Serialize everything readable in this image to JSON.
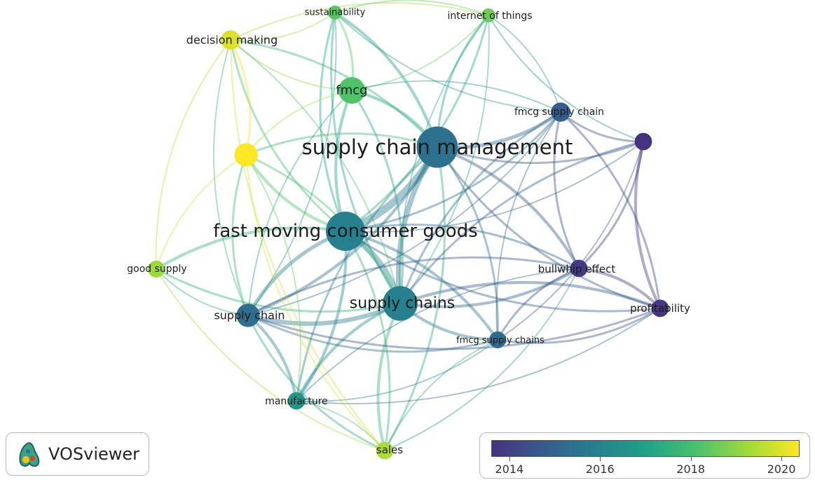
{
  "brand": {
    "name": "VOSviewer",
    "logo_icon": "vosviewer-logo-icon"
  },
  "legend": {
    "min_year": 2013.6,
    "max_year": 2020.4,
    "colors": [
      "#46337f",
      "#365c8d",
      "#277f8e",
      "#1fa187",
      "#4ac16d",
      "#a0da39",
      "#fde725"
    ],
    "ticks": [
      {
        "year": 2014,
        "label": "2014"
      },
      {
        "year": 2016,
        "label": "2016"
      },
      {
        "year": 2018,
        "label": "2018"
      },
      {
        "year": 2020,
        "label": "2020"
      }
    ]
  },
  "nodes": [
    {
      "id": "scm",
      "label": "supply chain management",
      "weight": 10,
      "year": 2015.4
    },
    {
      "id": "fmcgoods",
      "label": "fast moving consumer goods",
      "weight": 9,
      "year": 2015.9
    },
    {
      "id": "chains",
      "label": "supply chains",
      "weight": 7,
      "year": 2015.9
    },
    {
      "id": "fmcg",
      "label": "fmcg",
      "weight": 4,
      "year": 2018.2
    },
    {
      "id": "chain",
      "label": "supply chain",
      "weight": 3,
      "year": 2015.3
    },
    {
      "id": "decision",
      "label": "decision making",
      "weight": 2,
      "year": 2020.0
    },
    {
      "id": "yellow",
      "label": "",
      "weight": 3,
      "year": 2020.4
    },
    {
      "id": "sustain",
      "label": "sustainability",
      "weight": 1,
      "year": 2018.3
    },
    {
      "id": "iot",
      "label": "internet of things",
      "weight": 1,
      "year": 2018.6
    },
    {
      "id": "fsc",
      "label": "fmcg supply chain",
      "weight": 2,
      "year": 2014.8
    },
    {
      "id": "purple",
      "label": "",
      "weight": 1.6,
      "year": 2013.6
    },
    {
      "id": "bullwhip",
      "label": "bullwhip effect",
      "weight": 1.6,
      "year": 2013.8
    },
    {
      "id": "profit",
      "label": "profitability",
      "weight": 1.6,
      "year": 2013.7
    },
    {
      "id": "goodsupply",
      "label": "good supply",
      "weight": 1.5,
      "year": 2019.2
    },
    {
      "id": "fscs",
      "label": "fmcg supply chains",
      "weight": 1.5,
      "year": 2015.2
    },
    {
      "id": "manufacture",
      "label": "manufacture",
      "weight": 1.6,
      "year": 2016.6
    },
    {
      "id": "sales",
      "label": "sales",
      "weight": 1.6,
      "year": 2019.4
    }
  ],
  "links": [
    [
      "scm",
      "fmcgoods",
      9
    ],
    [
      "scm",
      "chains",
      6
    ],
    [
      "fmcgoods",
      "chains",
      7
    ],
    [
      "scm",
      "fmcg",
      3
    ],
    [
      "fmcgoods",
      "fmcg",
      3
    ],
    [
      "scm",
      "fsc",
      4
    ],
    [
      "scm",
      "chain",
      3
    ],
    [
      "fmcgoods",
      "chain",
      4
    ],
    [
      "chains",
      "chain",
      5
    ],
    [
      "scm",
      "sustain",
      3
    ],
    [
      "fmcgoods",
      "sustain",
      2
    ],
    [
      "scm",
      "decision",
      2
    ],
    [
      "fmcgoods",
      "decision",
      2
    ],
    [
      "scm",
      "yellow",
      2
    ],
    [
      "fmcgoods",
      "yellow",
      3
    ],
    [
      "chains",
      "yellow",
      2
    ],
    [
      "scm",
      "iot",
      2
    ],
    [
      "fmcgoods",
      "iot",
      2
    ],
    [
      "chains",
      "iot",
      1
    ],
    [
      "scm",
      "purple",
      2
    ],
    [
      "scm",
      "bullwhip",
      3
    ],
    [
      "chains",
      "bullwhip",
      3
    ],
    [
      "fmcgoods",
      "bullwhip",
      2
    ],
    [
      "scm",
      "profit",
      2
    ],
    [
      "chains",
      "profit",
      3
    ],
    [
      "fmcgoods",
      "profit",
      2
    ],
    [
      "bullwhip",
      "profit",
      3
    ],
    [
      "purple",
      "profit",
      3
    ],
    [
      "purple",
      "bullwhip",
      2
    ],
    [
      "fsc",
      "purple",
      2
    ],
    [
      "fsc",
      "profit",
      2
    ],
    [
      "fsc",
      "bullwhip",
      2
    ],
    [
      "fmcgoods",
      "fscs",
      3
    ],
    [
      "chains",
      "fscs",
      3
    ],
    [
      "scm",
      "fscs",
      2
    ],
    [
      "chain",
      "fscs",
      2
    ],
    [
      "fmcgoods",
      "manufacture",
      3
    ],
    [
      "chains",
      "manufacture",
      3
    ],
    [
      "chain",
      "manufacture",
      3
    ],
    [
      "scm",
      "manufacture",
      2
    ],
    [
      "fmcgoods",
      "sales",
      2
    ],
    [
      "chains",
      "sales",
      3
    ],
    [
      "scm",
      "sales",
      2
    ],
    [
      "chain",
      "sales",
      2
    ],
    [
      "manufacture",
      "sales",
      1
    ],
    [
      "fmcgoods",
      "goodsupply",
      3
    ],
    [
      "chains",
      "goodsupply",
      2
    ],
    [
      "goodsupply",
      "chain",
      1
    ],
    [
      "goodsupply",
      "decision",
      1
    ],
    [
      "decision",
      "sustain",
      1
    ],
    [
      "decision",
      "yellow",
      2
    ],
    [
      "decision",
      "fmcg",
      1
    ],
    [
      "decision",
      "iot",
      1
    ],
    [
      "fmcg",
      "sustain",
      2
    ],
    [
      "fmcg",
      "chains",
      2
    ],
    [
      "fmcg",
      "iot",
      1
    ],
    [
      "fmcg",
      "fsc",
      1
    ],
    [
      "fmcg",
      "chain",
      1
    ],
    [
      "sustain",
      "iot",
      1
    ],
    [
      "sustain",
      "fsc",
      1
    ],
    [
      "sustain",
      "chain",
      1
    ],
    [
      "sustain",
      "chains",
      2
    ],
    [
      "iot",
      "fsc",
      1
    ],
    [
      "iot",
      "purple",
      1
    ],
    [
      "iot",
      "chains",
      1
    ],
    [
      "chain",
      "profit",
      2
    ],
    [
      "chain",
      "bullwhip",
      2
    ],
    [
      "chain",
      "fsc",
      1
    ],
    [
      "chain",
      "decision",
      1
    ],
    [
      "fscs",
      "profit",
      2
    ],
    [
      "fscs",
      "bullwhip",
      2
    ],
    [
      "fscs",
      "purple",
      1
    ],
    [
      "fscs",
      "fsc",
      1
    ],
    [
      "fsc",
      "chains",
      2
    ],
    [
      "fsc",
      "fmcgoods",
      2
    ],
    [
      "purple",
      "chains",
      2
    ],
    [
      "purple",
      "fmcgoods",
      1
    ],
    [
      "manufacture",
      "fscs",
      1
    ],
    [
      "manufacture",
      "bullwhip",
      1
    ],
    [
      "manufacture",
      "profit",
      1
    ],
    [
      "sales",
      "fscs",
      1
    ],
    [
      "sales",
      "bullwhip",
      1
    ],
    [
      "sales",
      "goodsupply",
      1
    ],
    [
      "yellow",
      "chain",
      2
    ],
    [
      "yellow",
      "fmcg",
      1
    ],
    [
      "yellow",
      "goodsupply",
      1
    ],
    [
      "yellow",
      "manufacture",
      1
    ],
    [
      "yellow",
      "sales",
      1
    ],
    [
      "decision",
      "chains",
      1
    ],
    [
      "decision",
      "sales",
      1
    ]
  ]
}
